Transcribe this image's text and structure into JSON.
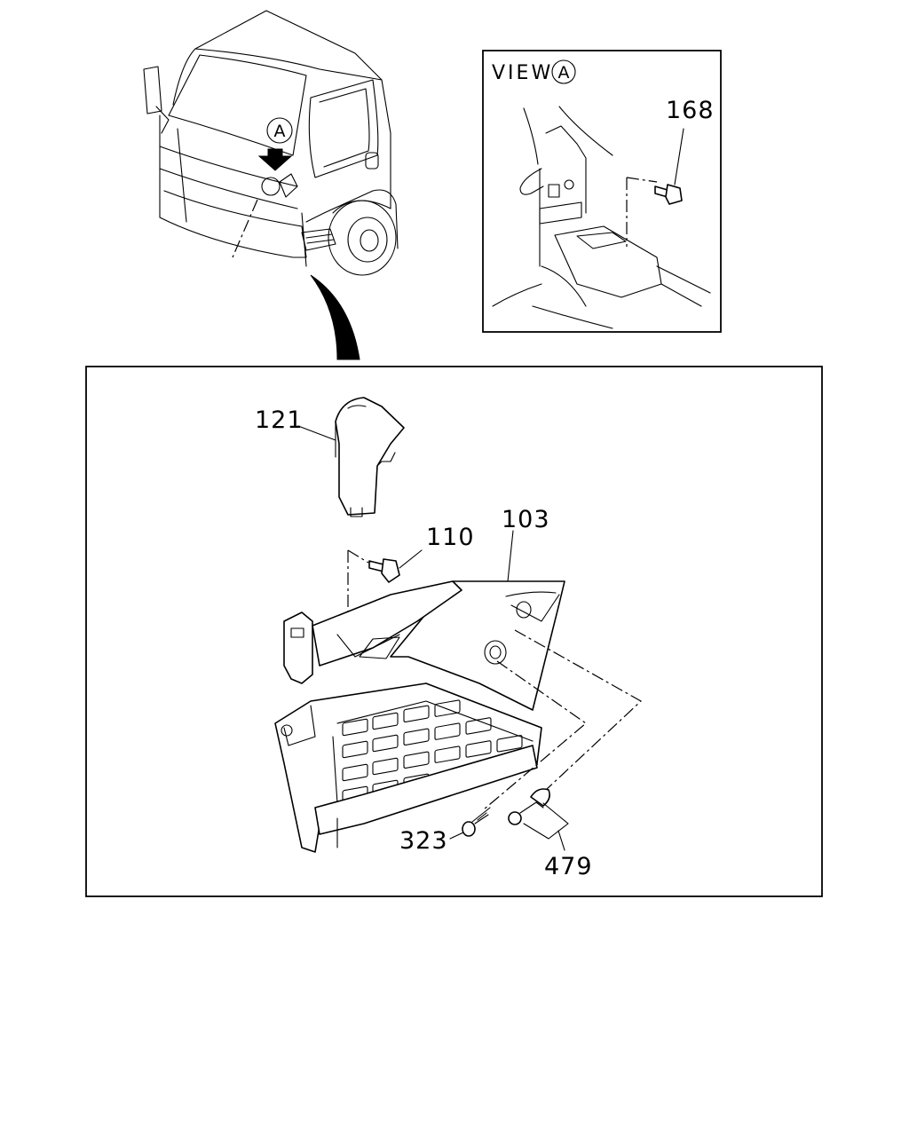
{
  "view_label": "VIEW",
  "view_marker": "A",
  "overview_marker": "A",
  "parts": {
    "p168": "168",
    "p121": "121",
    "p110": "110",
    "p103": "103",
    "p323": "323",
    "p479": "479"
  }
}
